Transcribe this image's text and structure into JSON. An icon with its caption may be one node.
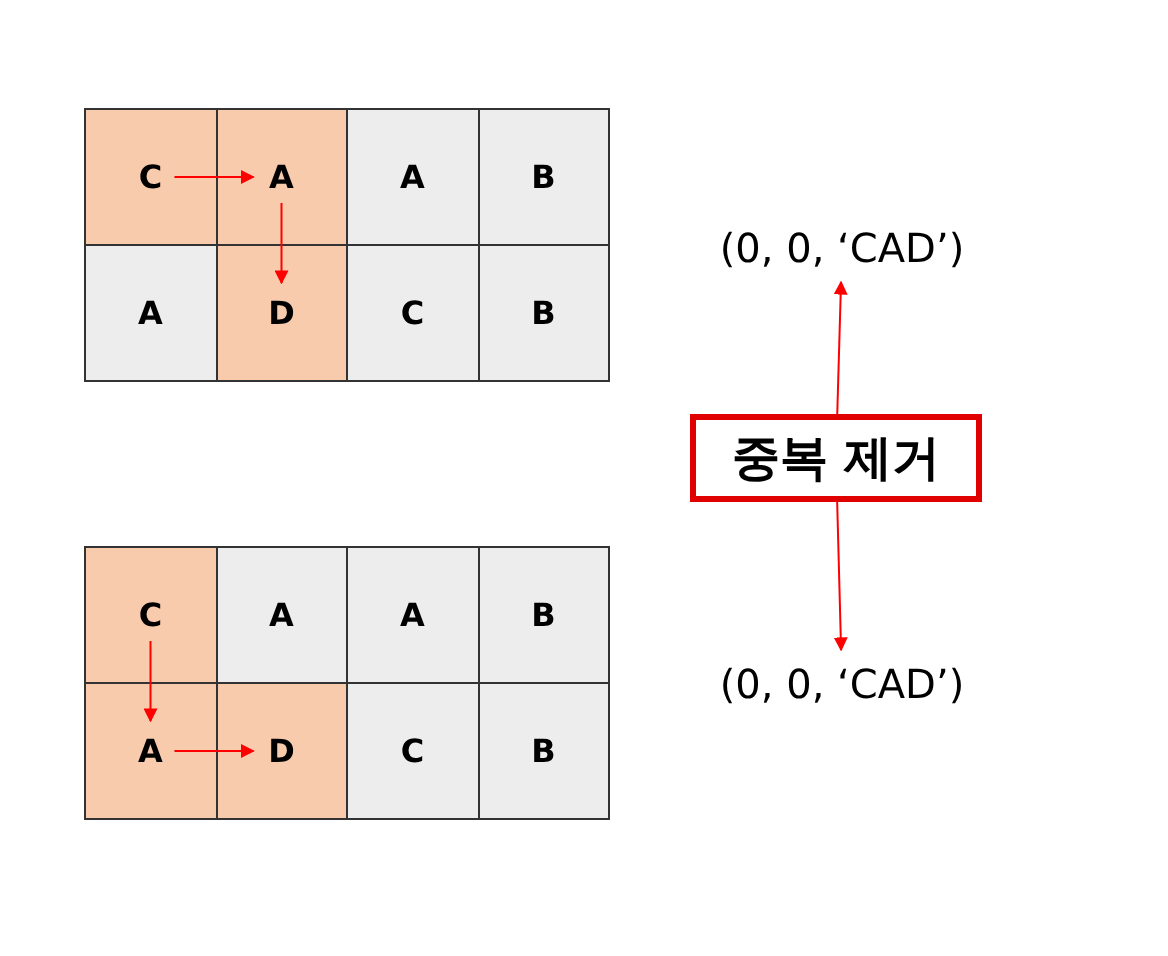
{
  "diagram": {
    "nodes": [
      {
        "text": [
          "C"
        ]
      },
      {
        "text": [
          "A"
        ]
      },
      {
        "text": [
          "A"
        ]
      },
      {
        "text": [
          "B"
        ]
      },
      {
        "text": [
          "A"
        ]
      },
      {
        "text": [
          "D"
        ]
      },
      {
        "text": [
          "C"
        ]
      },
      {
        "text": [
          "B"
        ]
      },
      {
        "text": [
          "C"
        ]
      },
      {
        "text": [
          "A"
        ]
      },
      {
        "text": [
          "A"
        ]
      },
      {
        "text": [
          "B"
        ]
      },
      {
        "text": [
          "A"
        ]
      },
      {
        "text": [
          "D"
        ]
      },
      {
        "text": [
          "C"
        ]
      },
      {
        "text": [
          "B"
        ]
      },
      {
        "text": [
          "(0, 0, ‘CAD’)"
        ]
      },
      {
        "text": [
          "중복 제거"
        ]
      },
      {
        "text": [
          "(0, 0, ‘CAD’)"
        ]
      }
    ],
    "edges": [
      {
        "from": 0,
        "to": 1,
        "arrow": "to"
      },
      {
        "from": 1,
        "to": 5,
        "arrow": "to"
      },
      {
        "from": 8,
        "to": 12,
        "arrow": "to"
      },
      {
        "from": 12,
        "to": 13,
        "arrow": "to"
      },
      {
        "from": 17,
        "to": 16,
        "arrow": "to"
      },
      {
        "from": 17,
        "to": 18,
        "arrow": "to"
      }
    ]
  }
}
